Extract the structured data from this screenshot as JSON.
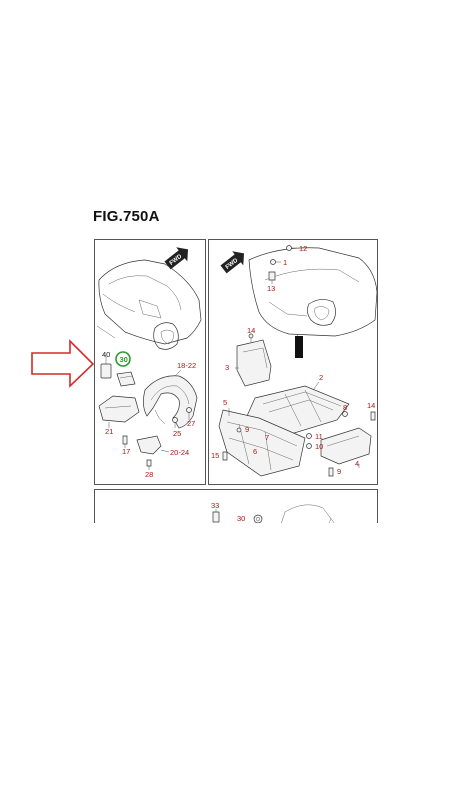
{
  "figure": {
    "title": "FIG.750A",
    "fwd_label": "FWD"
  },
  "left_panel": {
    "callouts": [
      "40",
      "30",
      "18-22",
      "21",
      "25",
      "27",
      "17",
      "20-24",
      "28"
    ],
    "highlight": {
      "label": "30",
      "color": "#2e9b2e"
    }
  },
  "right_panel": {
    "callouts": [
      "12",
      "1",
      "13",
      "14",
      "3",
      "2",
      "5",
      "8",
      "14",
      "7",
      "11",
      "9",
      "10",
      "15",
      "6",
      "4",
      "9"
    ]
  },
  "bottom_panel": {
    "callouts": [
      "33",
      "30"
    ]
  },
  "colors": {
    "arrow": "#d42a2a",
    "callout_text": "#b01616",
    "highlight_ring": "#2e9b2e"
  },
  "icons": {
    "pointer": "arrow-right-icon",
    "direction": "fwd-arrow-icon"
  }
}
